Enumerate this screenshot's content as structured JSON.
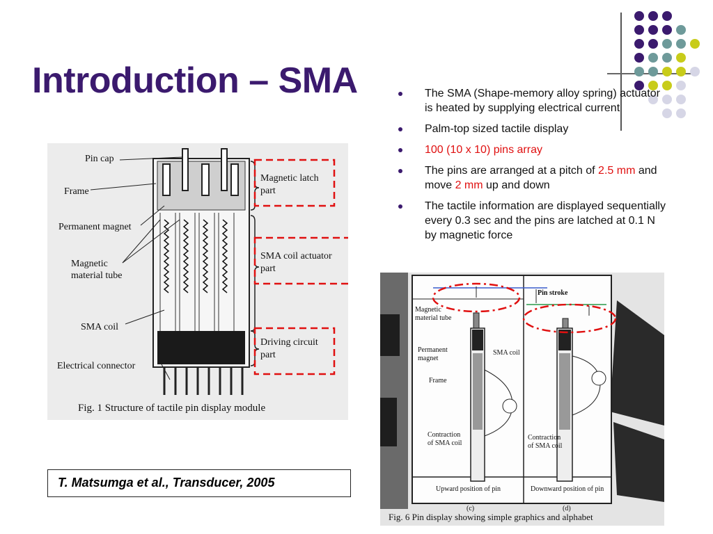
{
  "slide": {
    "title": "Introduction – SMA",
    "bullets": [
      {
        "segments": [
          {
            "text": "The SMA (Shape-memory alloy spring) actuator is heated by supplying electrical current",
            "color": "default"
          }
        ]
      },
      {
        "segments": [
          {
            "text": "Palm-top sized tactile display",
            "color": "default"
          }
        ]
      },
      {
        "segments": [
          {
            "text": "100 (10 x 10) pins array",
            "color": "red"
          }
        ]
      },
      {
        "segments": [
          {
            "text": "The pins are arranged at a pitch of ",
            "color": "default"
          },
          {
            "text": "2.5 mm",
            "color": "red"
          },
          {
            "text": " and move ",
            "color": "default"
          },
          {
            "text": "2 mm",
            "color": "red"
          },
          {
            "text": " up and down",
            "color": "default"
          }
        ]
      },
      {
        "segments": [
          {
            "text": "The tactile information are displayed sequentially every 0.3 sec and the pins are latched at 0.1 N by magnetic force",
            "color": "default"
          }
        ]
      }
    ],
    "citation": "T. Matsumga et al., Transducer, 2005",
    "colors": {
      "title": "#3b1a6e",
      "highlight": "#e01010",
      "dot_purple": "#3b1a6e",
      "dot_teal": "#6e9a9a",
      "dot_lime": "#c8cc1a",
      "dot_lavender": "#d6d6e6"
    }
  },
  "figure1": {
    "labels": {
      "pin_cap": "Pin cap",
      "frame": "Frame",
      "permanent_magnet": "Permanent magnet",
      "magnetic_tube_1": "Magnetic",
      "magnetic_tube_2": "material tube",
      "sma_coil": "SMA coil",
      "electrical_connector": "Electrical connector",
      "latch_1": "Magnetic latch",
      "latch_2": "part",
      "actuator_1": "SMA coil actuator",
      "actuator_2": "part",
      "driving_1": "Driving circuit",
      "driving_2": "part",
      "caption": "Fig. 1    Structure of tactile pin display module"
    }
  },
  "figure2": {
    "labels": {
      "pin_stroke": "Pin stroke",
      "magnetic_tube_1": "Magnetic",
      "magnetic_tube_2": "material tube",
      "permanent_1": "Permanent",
      "permanent_2": "magnet",
      "sma_coil": "SMA coil",
      "frame": "Frame",
      "contraction_left_1": "Contraction",
      "contraction_left_2": "of SMA coil",
      "contraction_right_1": "Contraction",
      "contraction_right_2": "of SMA coil",
      "upward": "Upward position of pin",
      "downward": "Downward position of pin",
      "sub_c": "(c)",
      "sub_d": "(d)",
      "caption": "Fig. 6    Pin display showing simple graphics and alphabet"
    }
  }
}
